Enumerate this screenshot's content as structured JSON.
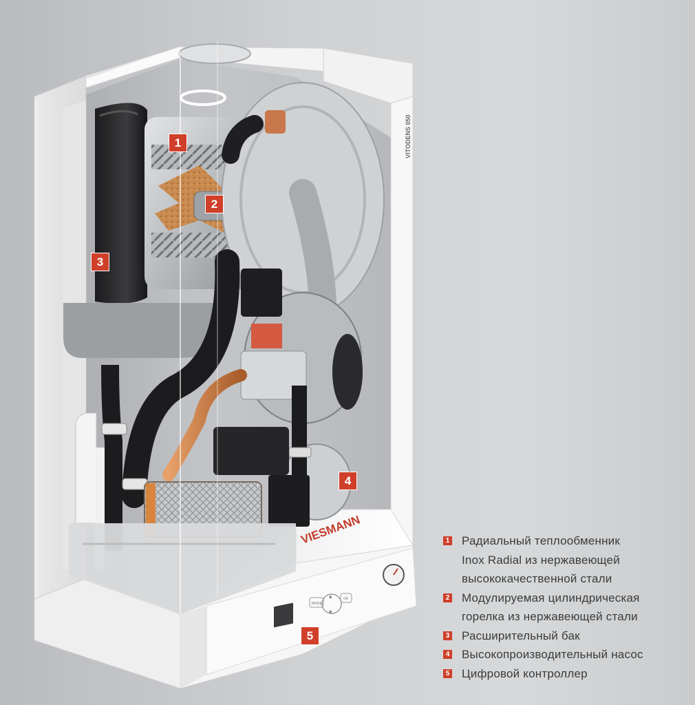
{
  "colors": {
    "accent": "#cf3f2a",
    "text": "#3b3b3b",
    "copper": "#c77a3d",
    "steel": "#c4c6c8"
  },
  "boiler": {
    "side_label": "VITODENS 050",
    "brand_logo": "VIESMANN",
    "panel": {
      "mode_label": "MODE",
      "ok_label": "OK"
    }
  },
  "markers": [
    "1",
    "2",
    "3",
    "4",
    "5"
  ],
  "legend": [
    {
      "num": "1",
      "lines": [
        "Радиальный теплообменник",
        "Inox Radial из нержавеющей",
        "высококачественной стали"
      ]
    },
    {
      "num": "2",
      "lines": [
        "Модулируемая цилиндрическая",
        "горелка из нержавеющей стали"
      ]
    },
    {
      "num": "3",
      "lines": [
        "Расширительный бак"
      ]
    },
    {
      "num": "4",
      "lines": [
        "Высокопроизводительный насос"
      ]
    },
    {
      "num": "5",
      "lines": [
        "Цифровой контроллер"
      ]
    }
  ]
}
